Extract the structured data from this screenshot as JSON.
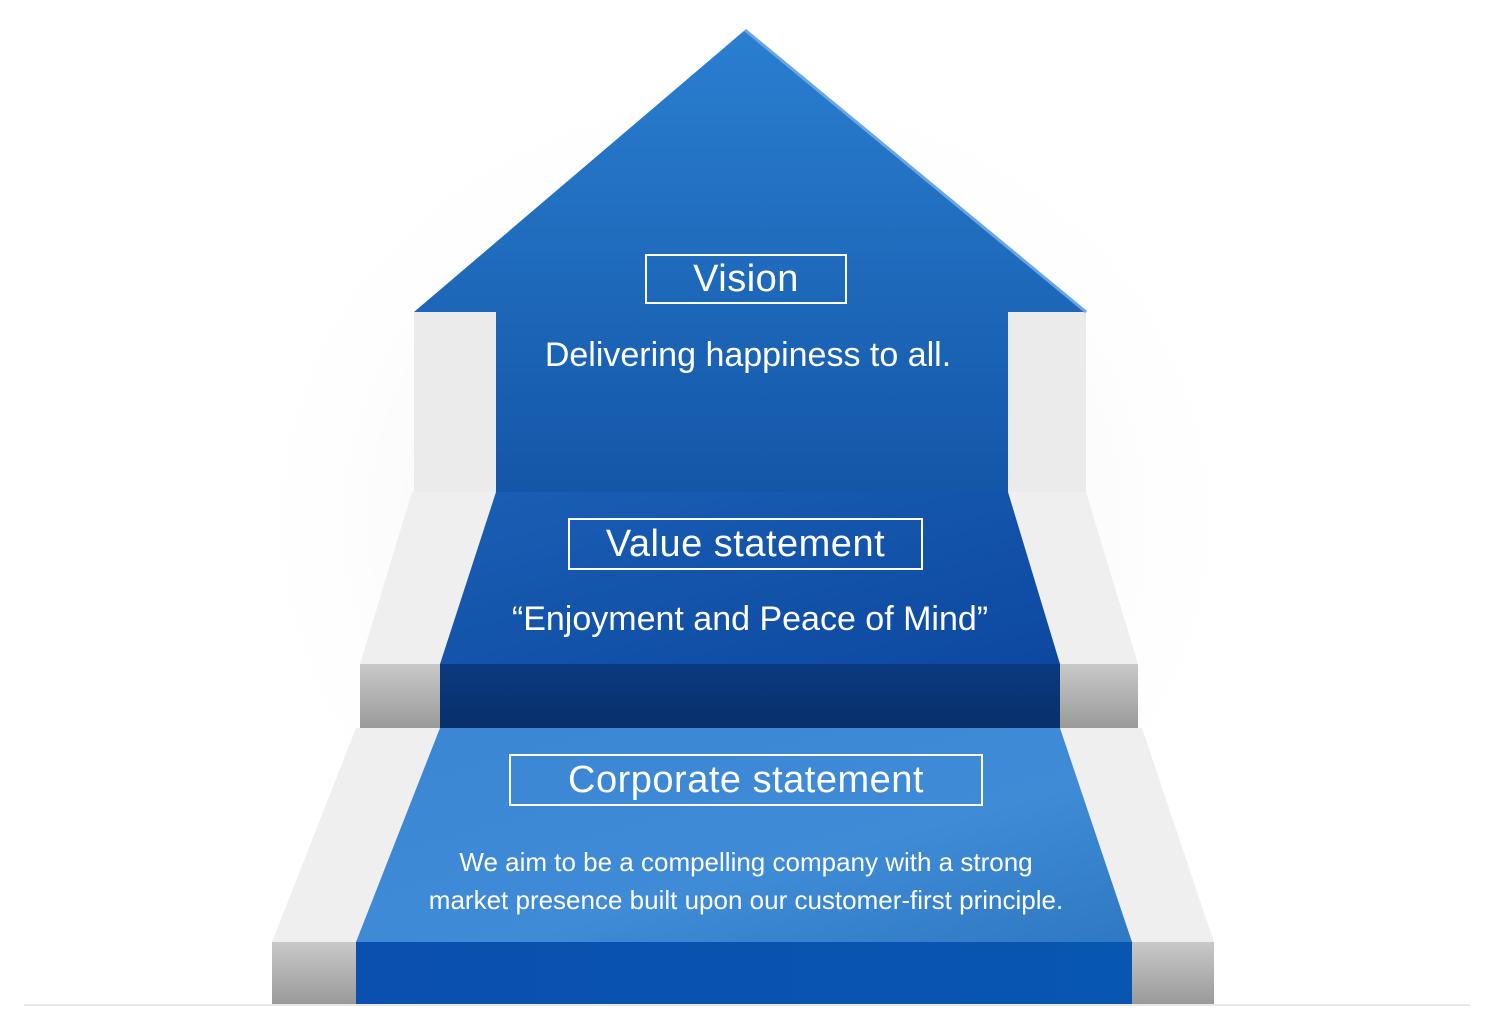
{
  "colors": {
    "blue_dark": "#0a3f8f",
    "blue_mid": "#1e66c0",
    "blue_light": "#4a90db",
    "step_face": "#e6e6e6",
    "step_side": "#a9a9a9",
    "text": "#ffffff"
  },
  "tiers": {
    "vision": {
      "label": "Vision",
      "text": "Delivering happiness to all."
    },
    "value": {
      "label": "Value statement",
      "text": "“Enjoyment and Peace of Mind”"
    },
    "corporate": {
      "label": "Corporate statement",
      "text_line1": "We aim to be a compelling company with a strong",
      "text_line2": "market presence built upon our customer-first principle."
    }
  }
}
